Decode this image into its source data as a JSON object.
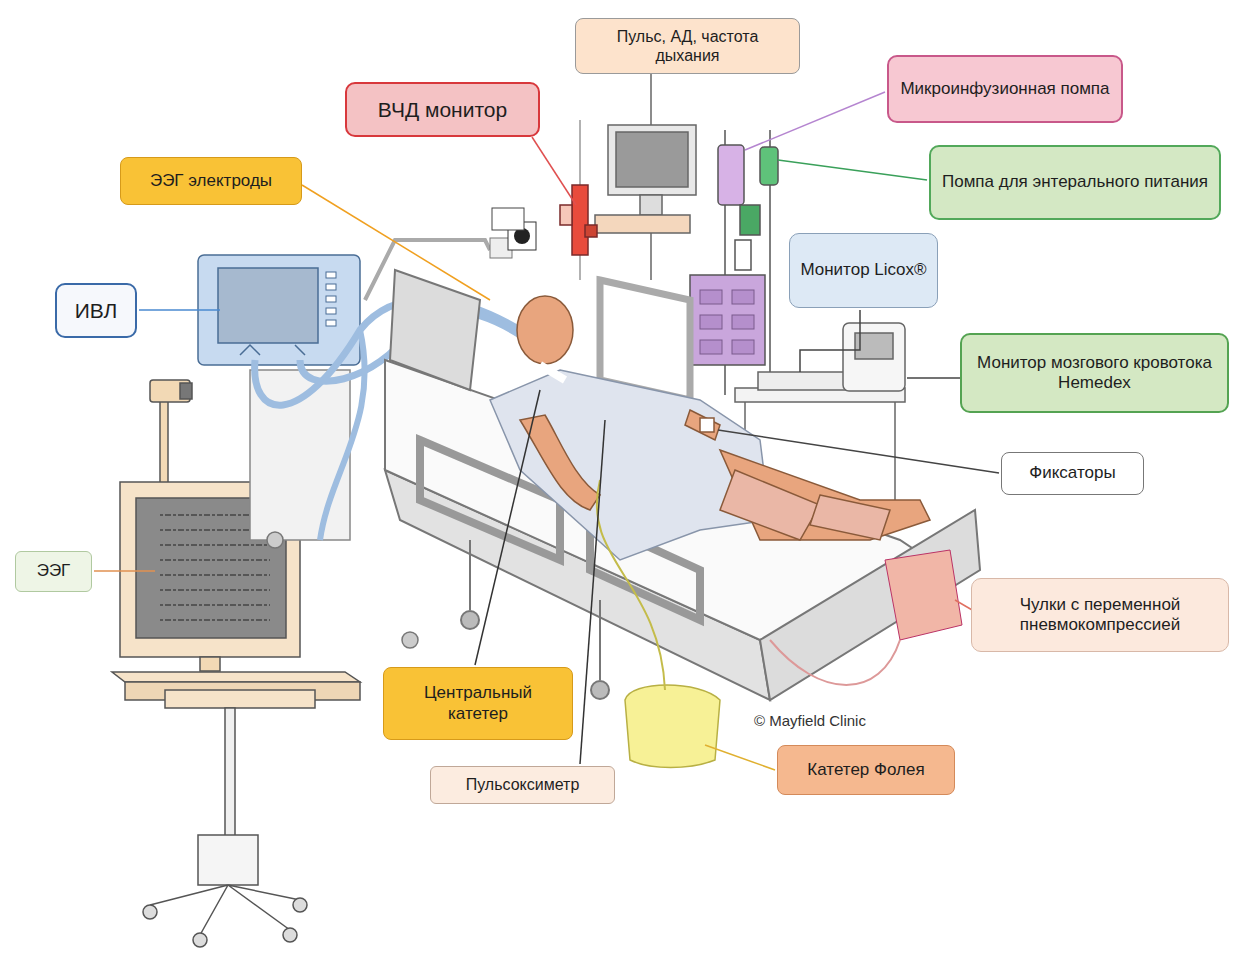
{
  "diagram": {
    "nodes": [
      {
        "text": [
          "Пульс, АД, частота дыхания"
        ]
      },
      {
        "text": [
          "Микроинфузионная помпа"
        ]
      },
      {
        "text": [
          "ВЧД монитор"
        ]
      },
      {
        "text": [
          "ЭЭГ электроды"
        ]
      },
      {
        "text": [
          "Помпа для энтерального питания"
        ]
      },
      {
        "text": [
          "Монитор Licox®"
        ]
      },
      {
        "text": [
          "ИВЛ"
        ]
      },
      {
        "text": [
          "Монитор мозгового кровотока Hemedex"
        ]
      },
      {
        "text": [
          "Фиксаторы"
        ]
      },
      {
        "text": [
          "ЭЭГ"
        ]
      },
      {
        "text": [
          "Чулки с переменной пневмокомпрессией"
        ]
      },
      {
        "text": [
          "Центральный катетер"
        ]
      },
      {
        "text": [
          "Катетер Фолея"
        ]
      },
      {
        "text": [
          "Пульсоксиметр"
        ]
      }
    ],
    "edges": [],
    "labels": [
      "© Mayfield Clinic"
    ]
  }
}
